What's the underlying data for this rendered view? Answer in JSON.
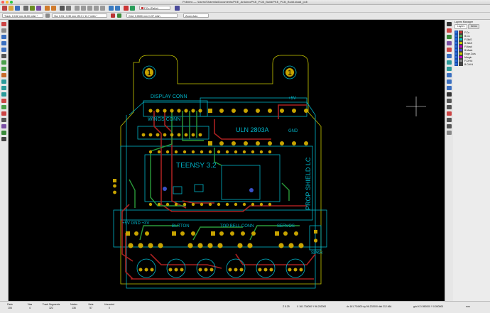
{
  "window": {
    "title": "Pcbnew — /Users/Sharmila/Documents/PKE_Arduino/PKE_PCB_Build/PKE_PCB_Build.kicad_pcb"
  },
  "toolbar": {
    "track_select": "Track: 0.152 mm (6.00 mils) *",
    "via_select": "Via: 0.51 / 0.30 mm (20.0 / 11.7 mils) *",
    "layer_select": "F.Cu (PgUp)",
    "grid_select": "Grid: 0.0500 mm (1.97 mils)",
    "zoom_select": "Zoom Auto"
  },
  "pcb": {
    "board_labels": {
      "display_conn": "DISPLAY CONN",
      "wings_conn": "WINGS CONN",
      "uln": "ULN 2803A",
      "plus5v": "+5V",
      "gnd": "GND",
      "teensy": "TEENSY 3.2",
      "prop_shield": "PROP SHIELD LC",
      "button": "BUTTON",
      "top_bell": "TOP BELL CONN",
      "servos": "SERVOS",
      "spkr": "SPKR",
      "volts": "+5V GND +3V",
      "mount_left": "1",
      "mount_right": "1"
    }
  },
  "layers_panel": {
    "title": "Layers Manager",
    "tabs": [
      "Layers",
      "Items"
    ],
    "layers": [
      {
        "name": "F.Cu",
        "color": "#c83434"
      },
      {
        "name": "B.Cu",
        "color": "#4ca84c"
      },
      {
        "name": "F.SilkS",
        "color": "#00c8c8"
      },
      {
        "name": "B.SilkS",
        "color": "#c8c800"
      },
      {
        "name": "F.Mask",
        "color": "#c800c8"
      },
      {
        "name": "B.Mask",
        "color": "#4848c8"
      },
      {
        "name": "Edge.Cuts",
        "color": "#c8c800"
      },
      {
        "name": "Margin",
        "color": "#c800c8"
      },
      {
        "name": "F.CrtYd",
        "color": "#8a8a8a"
      },
      {
        "name": "B.CrtYd",
        "color": "#444444"
      }
    ]
  },
  "status": {
    "pads_label": "Pads",
    "pads_value": "106",
    "vias_label": "Vias",
    "vias_value": "4",
    "segments_label": "Track Segments",
    "segments_value": "322",
    "nodes_label": "Nodes",
    "nodes_value": "136",
    "nets_label": "Nets",
    "nets_value": "57",
    "unrouted_label": "Unrouted",
    "unrouted_value": "0",
    "zoom": "Z 5.29",
    "abs_coords": "X 161.734000 Y 96.202000",
    "rel_coords": "dx 161.734000 dy 96.202000 dist 212.664",
    "grid": "grid X 0.050000 Y 0.050000",
    "units": "mm"
  }
}
